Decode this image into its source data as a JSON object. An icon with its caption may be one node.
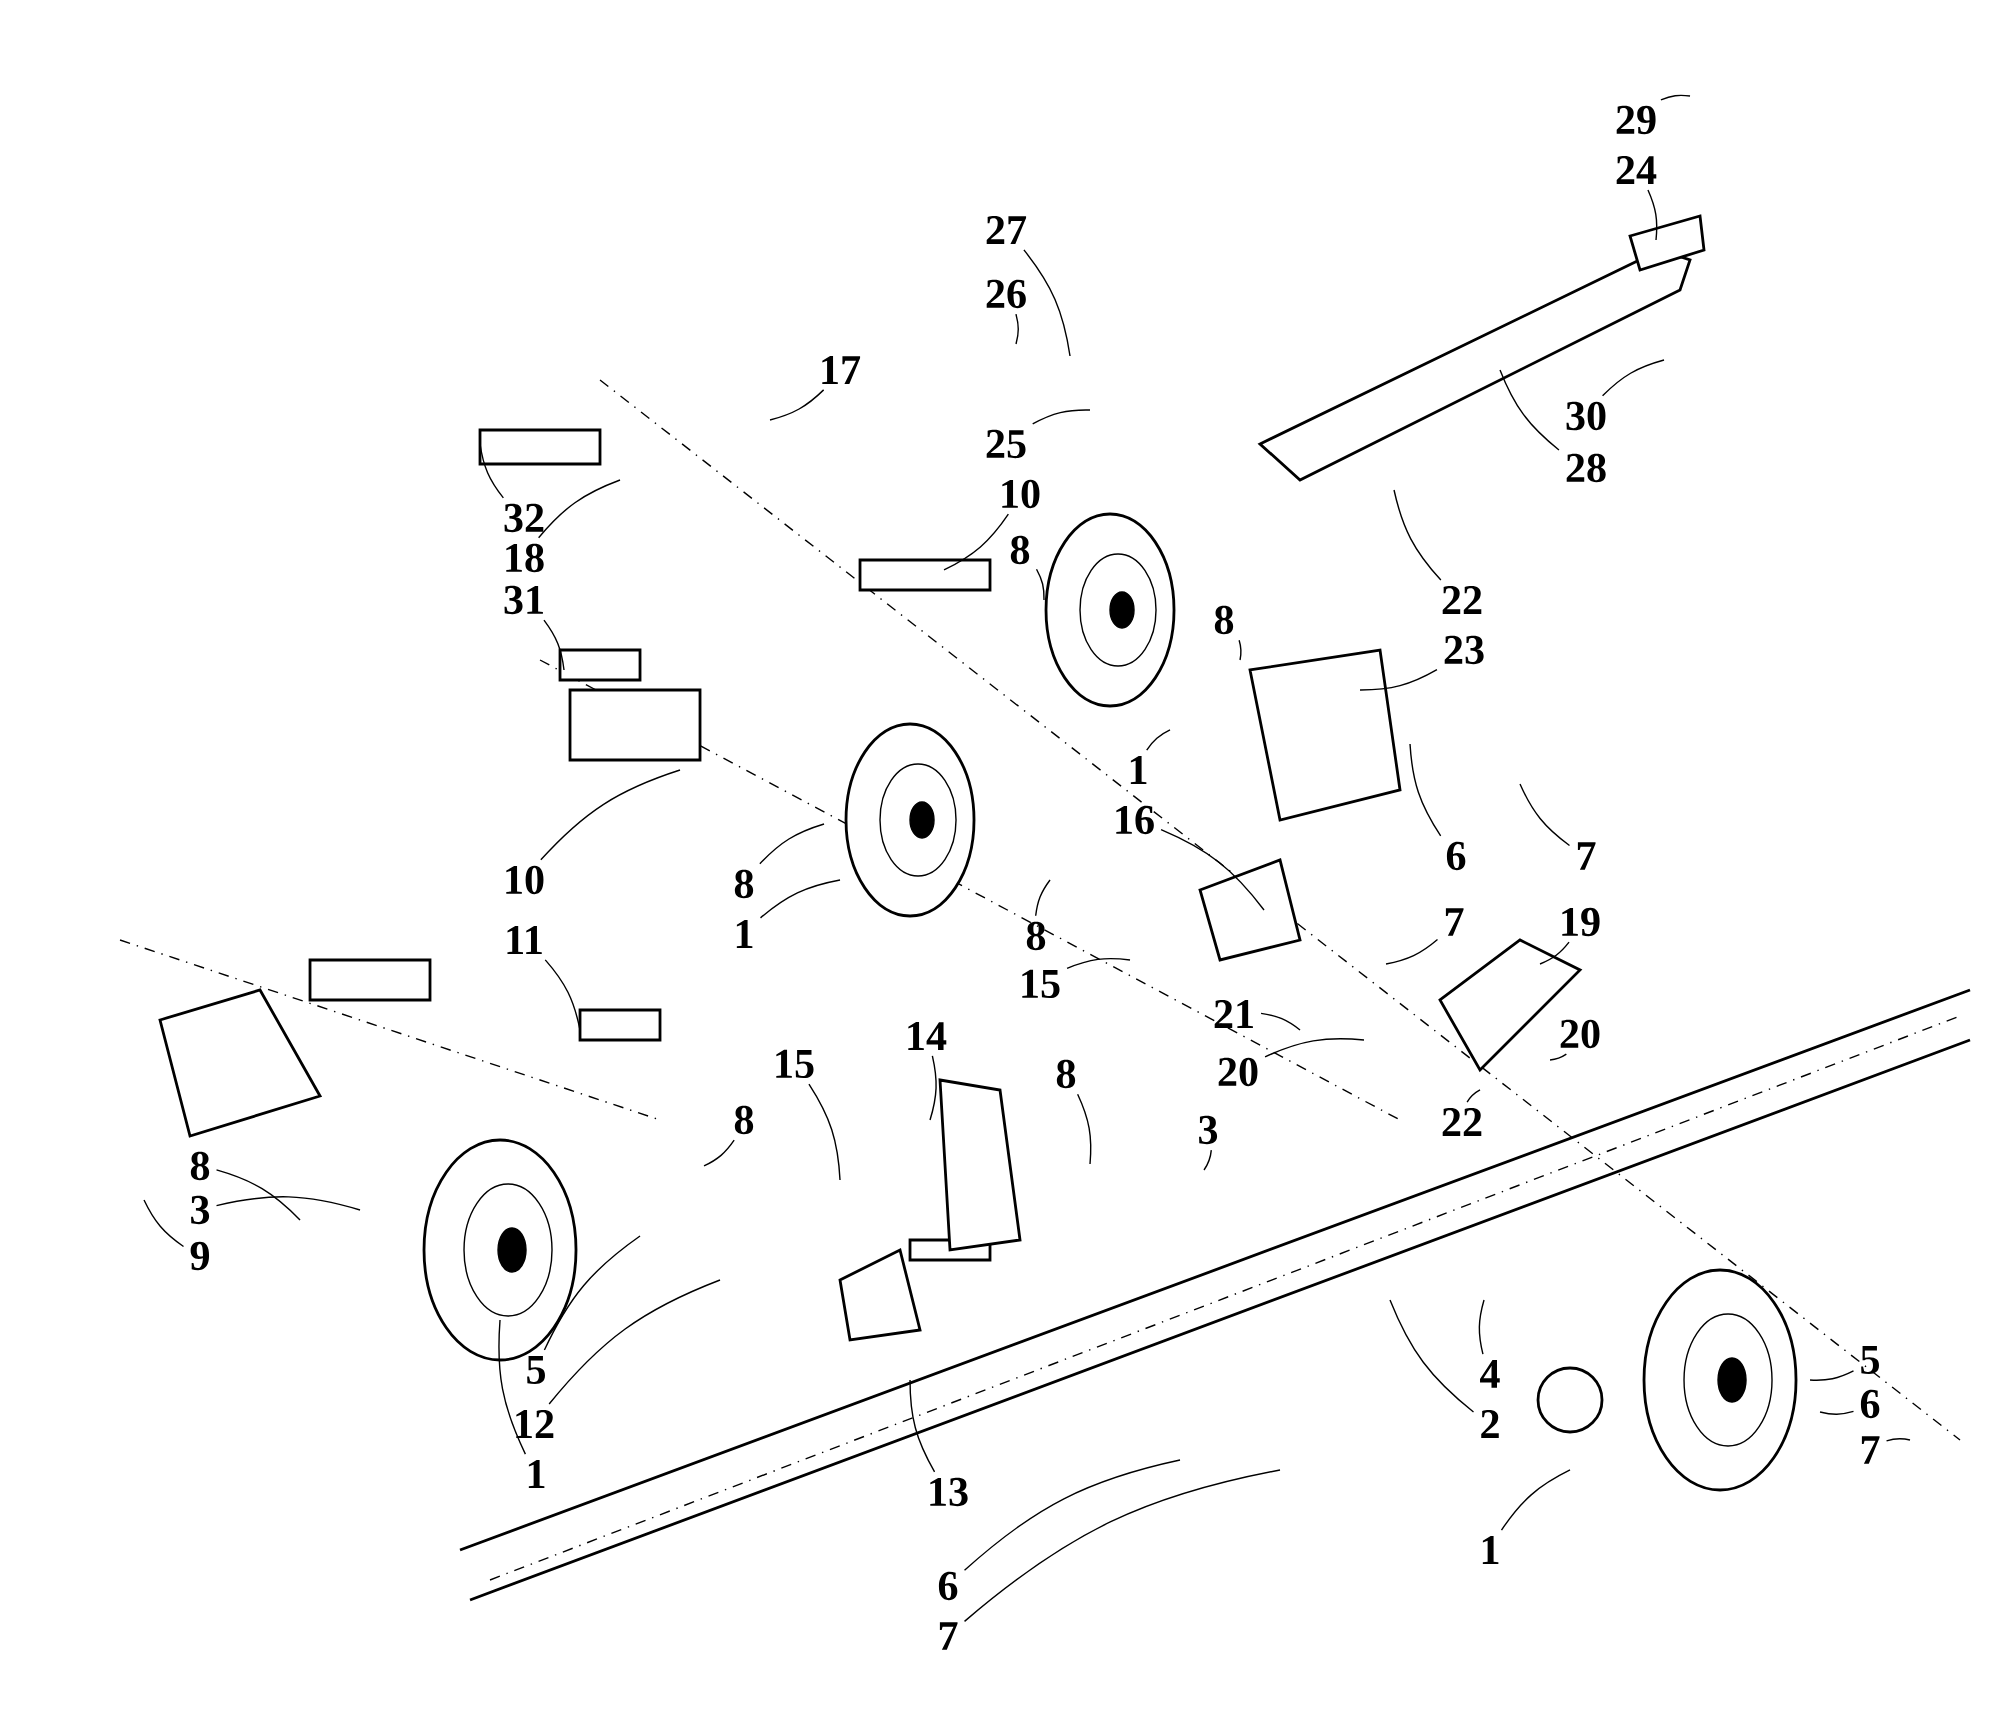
{
  "diagram": {
    "nodes": [
      {
        "text": [
          "29"
        ]
      },
      {
        "text": [
          "24"
        ]
      },
      {
        "text": [
          "27"
        ]
      },
      {
        "text": [
          "26"
        ]
      },
      {
        "text": [
          "17"
        ]
      },
      {
        "text": [
          "25"
        ]
      },
      {
        "text": [
          "30"
        ]
      },
      {
        "text": [
          "28"
        ]
      },
      {
        "text": [
          "32"
        ]
      },
      {
        "text": [
          "10"
        ]
      },
      {
        "text": [
          "18"
        ]
      },
      {
        "text": [
          "8"
        ]
      },
      {
        "text": [
          "22"
        ]
      },
      {
        "text": [
          "31"
        ]
      },
      {
        "text": [
          "8"
        ]
      },
      {
        "text": [
          "23"
        ]
      },
      {
        "text": [
          "1"
        ]
      },
      {
        "text": [
          "6"
        ]
      },
      {
        "text": [
          "7"
        ]
      },
      {
        "text": [
          "10"
        ]
      },
      {
        "text": [
          "16"
        ]
      },
      {
        "text": [
          "8"
        ]
      },
      {
        "text": [
          "1"
        ]
      },
      {
        "text": [
          "8"
        ]
      },
      {
        "text": [
          "15"
        ]
      },
      {
        "text": [
          "7"
        ]
      },
      {
        "text": [
          "19"
        ]
      },
      {
        "text": [
          "21"
        ]
      },
      {
        "text": [
          "20"
        ]
      },
      {
        "text": [
          "20"
        ]
      },
      {
        "text": [
          "22"
        ]
      },
      {
        "text": [
          "11"
        ]
      },
      {
        "text": [
          "14"
        ]
      },
      {
        "text": [
          "8"
        ]
      },
      {
        "text": [
          "3"
        ]
      },
      {
        "text": [
          "15"
        ]
      },
      {
        "text": [
          "8"
        ]
      },
      {
        "text": [
          "8"
        ]
      },
      {
        "text": [
          "3"
        ]
      },
      {
        "text": [
          "9"
        ]
      },
      {
        "text": [
          "5"
        ]
      },
      {
        "text": [
          "12"
        ]
      },
      {
        "text": [
          "1"
        ]
      },
      {
        "text": [
          "13"
        ]
      },
      {
        "text": [
          "6"
        ]
      },
      {
        "text": [
          "7"
        ]
      },
      {
        "text": [
          "4"
        ]
      },
      {
        "text": [
          "2"
        ]
      },
      {
        "text": [
          "5"
        ]
      },
      {
        "text": [
          "6"
        ]
      },
      {
        "text": [
          "7"
        ]
      },
      {
        "text": [
          "1"
        ]
      }
    ],
    "edges": [
      {
        "from": 0,
        "to": null,
        "arrow": "none"
      },
      {
        "from": 1,
        "to": null,
        "arrow": "none"
      },
      {
        "from": 2,
        "to": null,
        "arrow": "none"
      },
      {
        "from": 3,
        "to": null,
        "arrow": "none"
      },
      {
        "from": 4,
        "to": null,
        "arrow": "none"
      },
      {
        "from": 5,
        "to": null,
        "arrow": "none"
      },
      {
        "from": 6,
        "to": null,
        "arrow": "none"
      },
      {
        "from": 7,
        "to": null,
        "arrow": "none"
      },
      {
        "from": 8,
        "to": null,
        "arrow": "none"
      },
      {
        "from": 9,
        "to": null,
        "arrow": "none"
      },
      {
        "from": 10,
        "to": null,
        "arrow": "none"
      },
      {
        "from": 11,
        "to": null,
        "arrow": "none"
      },
      {
        "from": 12,
        "to": null,
        "arrow": "none"
      },
      {
        "from": 13,
        "to": null,
        "arrow": "none"
      },
      {
        "from": 14,
        "to": null,
        "arrow": "none"
      },
      {
        "from": 15,
        "to": null,
        "arrow": "none"
      },
      {
        "from": 16,
        "to": null,
        "arrow": "none"
      },
      {
        "from": 17,
        "to": null,
        "arrow": "none"
      },
      {
        "from": 18,
        "to": null,
        "arrow": "none"
      },
      {
        "from": 19,
        "to": null,
        "arrow": "none"
      },
      {
        "from": 20,
        "to": null,
        "arrow": "none"
      },
      {
        "from": 21,
        "to": null,
        "arrow": "none"
      },
      {
        "from": 22,
        "to": null,
        "arrow": "none"
      },
      {
        "from": 23,
        "to": null,
        "arrow": "none"
      },
      {
        "from": 24,
        "to": null,
        "arrow": "none"
      },
      {
        "from": 25,
        "to": null,
        "arrow": "none"
      },
      {
        "from": 26,
        "to": null,
        "arrow": "none"
      },
      {
        "from": 27,
        "to": null,
        "arrow": "none"
      },
      {
        "from": 28,
        "to": null,
        "arrow": "none"
      },
      {
        "from": 29,
        "to": null,
        "arrow": "none"
      },
      {
        "from": 30,
        "to": null,
        "arrow": "none"
      },
      {
        "from": 31,
        "to": null,
        "arrow": "none"
      },
      {
        "from": 32,
        "to": null,
        "arrow": "none"
      },
      {
        "from": 33,
        "to": null,
        "arrow": "none"
      },
      {
        "from": 34,
        "to": null,
        "arrow": "none"
      },
      {
        "from": 35,
        "to": null,
        "arrow": "none"
      },
      {
        "from": 36,
        "to": null,
        "arrow": "none"
      },
      {
        "from": 37,
        "to": null,
        "arrow": "none"
      },
      {
        "from": 38,
        "to": null,
        "arrow": "none"
      },
      {
        "from": 39,
        "to": null,
        "arrow": "none"
      },
      {
        "from": 40,
        "to": null,
        "arrow": "none"
      },
      {
        "from": 41,
        "to": null,
        "arrow": "none"
      },
      {
        "from": 42,
        "to": null,
        "arrow": "none"
      },
      {
        "from": 43,
        "to": null,
        "arrow": "none"
      },
      {
        "from": 44,
        "to": null,
        "arrow": "none"
      },
      {
        "from": 45,
        "to": null,
        "arrow": "none"
      },
      {
        "from": 46,
        "to": null,
        "arrow": "none"
      },
      {
        "from": 47,
        "to": null,
        "arrow": "none"
      },
      {
        "from": 48,
        "to": null,
        "arrow": "none"
      },
      {
        "from": 49,
        "to": null,
        "arrow": "none"
      },
      {
        "from": 50,
        "to": null,
        "arrow": "none"
      },
      {
        "from": 51,
        "to": null,
        "arrow": "none"
      }
    ]
  }
}
